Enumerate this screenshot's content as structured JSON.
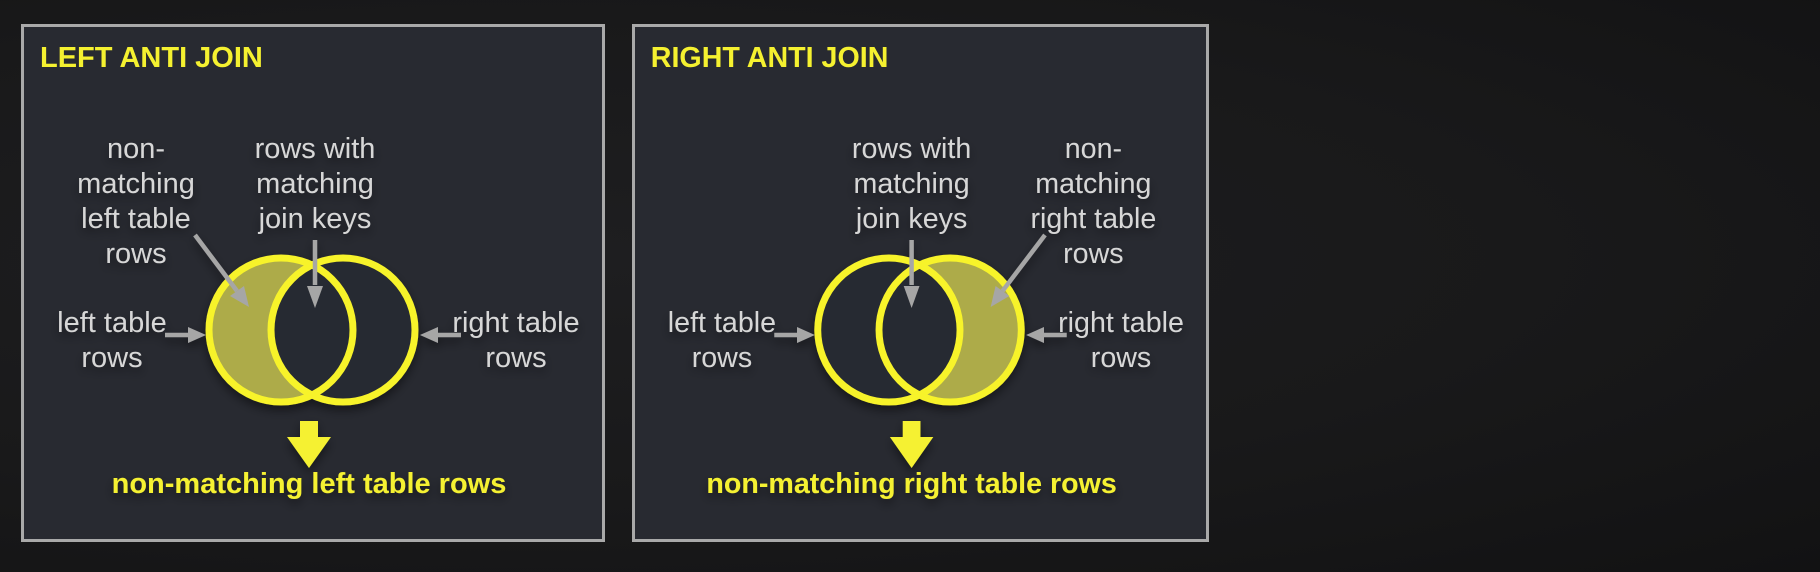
{
  "colors": {
    "page_background": "#191919",
    "panel_background": "#282a31",
    "panel_border": "#a9a9a9",
    "accent_yellow": "#f5f130",
    "circle_stroke_yellow": "#f7f32c",
    "highlight_olive": "#adab49",
    "arrow_gray": "#a6a6a6",
    "label_gray": "#d7d7d7"
  },
  "panels": [
    {
      "title": "LEFT ANTI JOIN",
      "caption": "non-matching left table rows",
      "highlight": "left-circle-only",
      "labels": {
        "nonmatching": [
          "non-",
          "matching",
          "left table",
          "rows"
        ],
        "matching": [
          "rows with",
          "matching",
          "join keys"
        ],
        "left_table": [
          "left table",
          "rows"
        ],
        "right_table": [
          "right table",
          "rows"
        ]
      }
    },
    {
      "title": "RIGHT ANTI JOIN",
      "caption": "non-matching right table rows",
      "highlight": "right-circle-only",
      "labels": {
        "nonmatching": [
          "non-",
          "matching",
          "right table",
          "rows"
        ],
        "matching": [
          "rows with",
          "matching",
          "join keys"
        ],
        "left_table": [
          "left table",
          "rows"
        ],
        "right_table": [
          "right table",
          "rows"
        ]
      }
    }
  ]
}
